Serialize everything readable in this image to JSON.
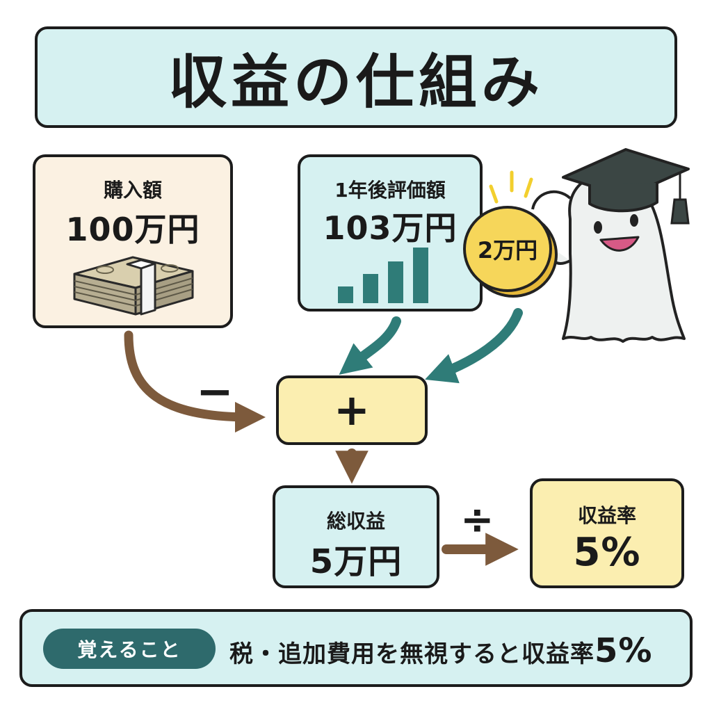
{
  "title": "収益の仕組み",
  "purchase": {
    "label": "購入額",
    "amount": "100万円",
    "icon": "banknote-stack-icon"
  },
  "valuation": {
    "label": "1年後評価額",
    "amount": "103万円",
    "icon": "rising-bar-chart-icon"
  },
  "coin": {
    "label": "2万円",
    "icon": "gold-coin-icon"
  },
  "mascot": {
    "icon": "ghost-graduate-mascot-icon"
  },
  "operators": {
    "minus": "−",
    "plus": "+",
    "divide": "÷"
  },
  "total": {
    "label": "総収益",
    "amount": "5万円"
  },
  "rate": {
    "label": "収益率",
    "amount": "5%"
  },
  "memo": {
    "badge": "覚えること",
    "text": "税・追加費用を無視すると収益率",
    "emphasis": "5%"
  },
  "colors": {
    "teal_fill": "#d6f1f1",
    "cream_fill": "#fbf1e2",
    "yellow_fill": "#fbeeb0",
    "teal_dark": "#2e6a6c",
    "brown_arrow": "#7d5a3c",
    "coin_gold": "#f6d65a"
  }
}
